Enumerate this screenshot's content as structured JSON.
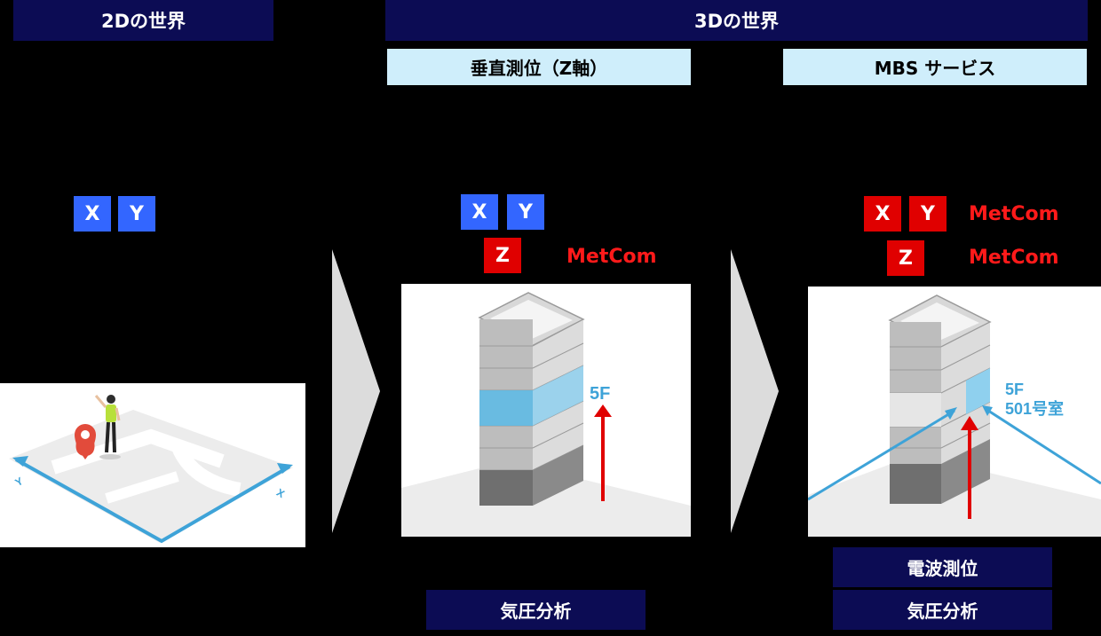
{
  "headers": {
    "world_2d": "2Dの世界",
    "world_3d": "3Dの世界",
    "vertical": "垂直測位（Z軸）",
    "mbs": "MBS サービス"
  },
  "badges": {
    "x": "X",
    "y": "Y",
    "z": "Z"
  },
  "labels": {
    "metcom": "MetCom",
    "floor": "5F",
    "room": "501号室",
    "axis_x": "X",
    "axis_y": "Y"
  },
  "footers": {
    "pressure": "気圧分析",
    "radio": "電波測位"
  },
  "colors": {
    "navy": "#0c0c54",
    "light_blue": "#cfeefb",
    "badge_blue": "#3366ff",
    "badge_red": "#e00000",
    "metcom_red": "#ff1a1a",
    "accent_blue": "#3ea3d8",
    "arrow_gray": "#dcdcdc"
  }
}
